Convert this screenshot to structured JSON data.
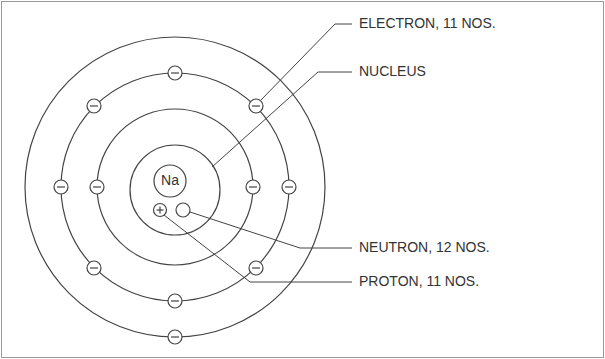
{
  "diagram": {
    "nodes": [
      {
        "text": [
          "Na"
        ]
      }
    ],
    "labels": [
      "ELECTRON, 11 NOS.",
      "NUCLEUS",
      "NEUTRON, 12 NOS.",
      "PROTON, 11 NOS."
    ]
  }
}
